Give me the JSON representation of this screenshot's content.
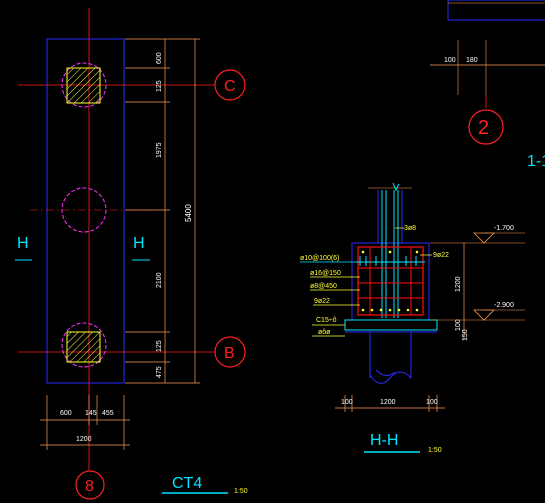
{
  "colors": {
    "background": "#000000",
    "outline_blue": "#2a2aff",
    "axis_red": "#ff2020",
    "dimension_orange": "#ff9a50",
    "rebar_magenta": "#ff33ff",
    "rebar_red": "#ff1010",
    "label_cyan": "#00e5ff",
    "label_yellow": "#ffff33",
    "text_white": "#ffffff"
  },
  "plan": {
    "section_mark_left": "H",
    "section_mark_right": "H",
    "axis_top": "C",
    "axis_bottom": "B",
    "axis_column": "8",
    "dims_vertical_right": [
      "600",
      "125",
      "1975",
      "2100",
      "125",
      "475"
    ],
    "dim_overall_vertical": "5400",
    "dims_bottom": [
      "600",
      "145",
      "455"
    ],
    "dim_overall_bottom": "1200",
    "title": "CT4",
    "scale": "1:50"
  },
  "top_detail": {
    "dims": [
      "100",
      "180"
    ],
    "axis_label": "2",
    "title_fragment": "1-1"
  },
  "section": {
    "rebar_top": "3ø8",
    "rebar_main": "9ø22",
    "stirrup_1": "ø10@100(6)",
    "stirrup_2": "ø16@150",
    "stirrup_3": "ø8@450",
    "rebar_bottom": "9ø22",
    "cushion_1": "C15÷ô",
    "cushion_2": "øôø",
    "level_top": "-1.700",
    "level_bottom": "-2.900",
    "dim_height": "1200",
    "dim_cushion": "100",
    "dim_pile": "150",
    "dims_bottom": [
      "100",
      "1200",
      "100"
    ],
    "title": "H-H",
    "scale": "1:50"
  }
}
